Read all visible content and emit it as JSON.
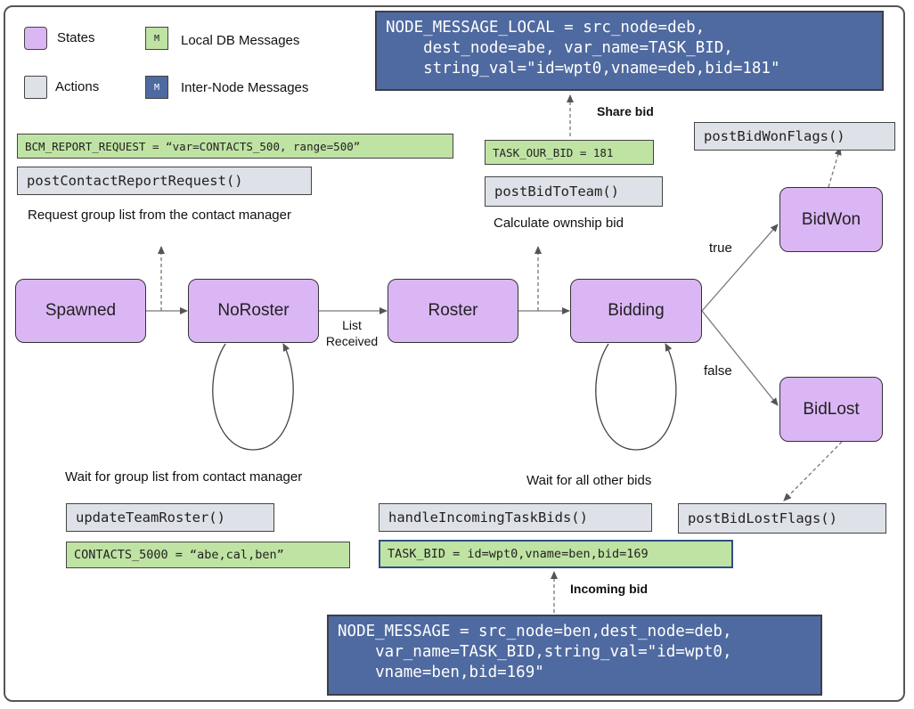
{
  "legend": {
    "states": "States",
    "actions": "Actions",
    "local_db": "Local DB Messages",
    "inter_node": "Inter-Node Messages",
    "m_glyph": "M"
  },
  "states": {
    "spawned": "Spawned",
    "noroster": "NoRoster",
    "roster": "Roster",
    "bidding": "Bidding",
    "bidwon": "BidWon",
    "bidlost": "BidLost"
  },
  "actions": {
    "post_contact_report": "postContactReportRequest()",
    "post_bid_to_team": "postBidToTeam()",
    "post_bid_won_flags": "postBidWonFlags()",
    "post_bid_lost_flags": "postBidLostFlags()",
    "update_team_roster": "updateTeamRoster()",
    "handle_incoming_task_bids": "handleIncomingTaskBids()"
  },
  "local_messages": {
    "bcm_report_request": "BCM_REPORT_REQUEST = “var=CONTACTS_500, range=500”",
    "task_our_bid": "TASK_OUR_BID = 181",
    "contacts_5000": "CONTACTS_5000 = “abe,cal,ben”",
    "task_bid": "TASK_BID = id=wpt0,vname=ben,bid=169"
  },
  "inter_messages": {
    "node_message_local": "NODE_MESSAGE_LOCAL = src_node=deb,\n    dest_node=abe, var_name=TASK_BID,\n    string_val=\"id=wpt0,vname=deb,bid=181\"",
    "node_message": "NODE_MESSAGE = src_node=ben,dest_node=deb,\n    var_name=TASK_BID,string_val=\"id=wpt0,\n    vname=ben,bid=169\""
  },
  "captions": {
    "request_group_list": "Request group list from the contact manager",
    "calc_ownership_bid": "Calculate ownship bid",
    "wait_group_list": "Wait for group list from contact manager",
    "wait_other_bids": "Wait for all other bids",
    "share_bid": "Share bid",
    "incoming_bid": "Incoming bid",
    "list_received_1": "List",
    "list_received_2": "Received",
    "true_label": "true",
    "false_label": "false"
  },
  "colors": {
    "state": "#dbb6f4",
    "action": "#dee1e8",
    "local_msg": "#bfe3a3",
    "inter_msg": "#4f6aa0"
  }
}
